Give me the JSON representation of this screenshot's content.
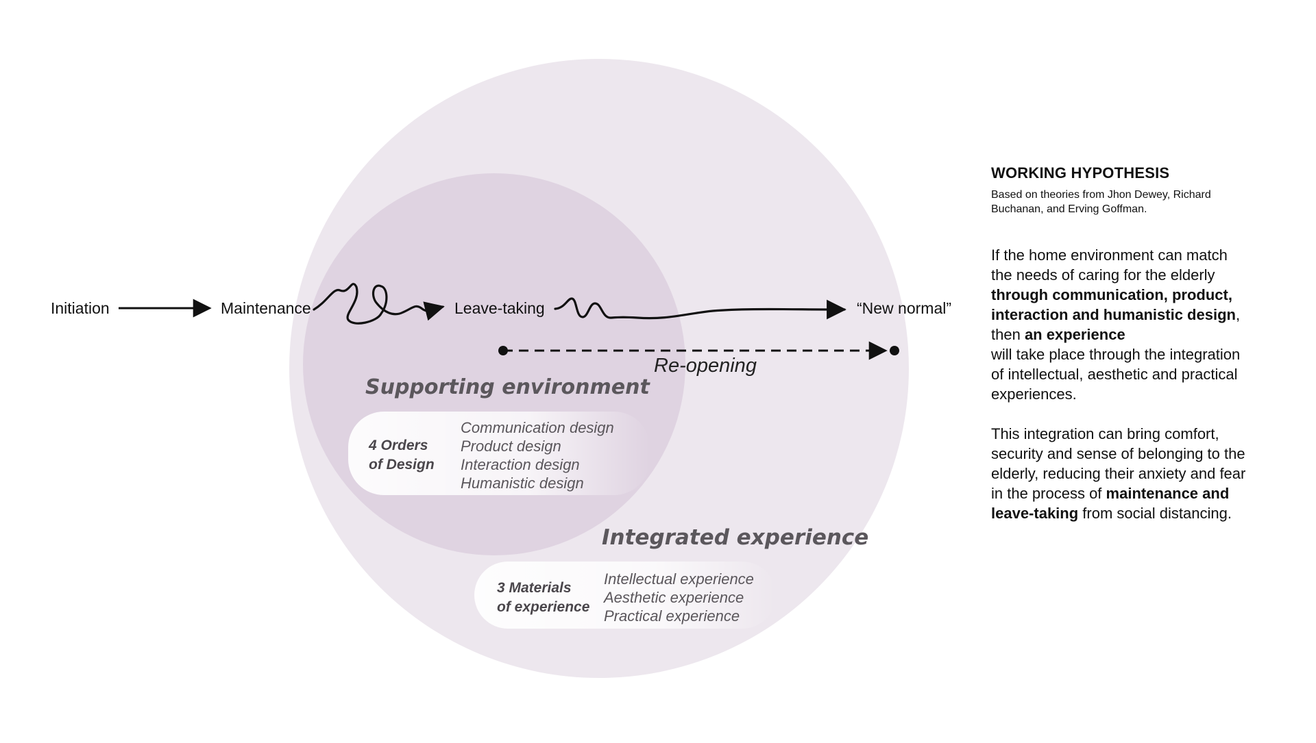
{
  "flow": {
    "stages": [
      "Initiation",
      "Maintenance",
      "Leave-taking",
      "“New normal”"
    ],
    "reopening": "Re-opening"
  },
  "supporting": {
    "title": "Supporting environment",
    "heading": [
      "4 Orders",
      "of Design"
    ],
    "items": [
      "Communication design",
      "Product design",
      "Interaction design",
      "Humanistic design"
    ]
  },
  "integrated": {
    "title": "Integrated experience",
    "heading": [
      "3 Materials",
      "of experience"
    ],
    "items": [
      "Intellectual experience",
      "Aesthetic experience",
      "Practical experience"
    ]
  },
  "hypothesis": {
    "title": "WORKING HYPOTHESIS",
    "subtitle_lines": [
      "Based on theories from Jhon Dewey, Richard",
      "Buchanan, and Erving Goffman."
    ],
    "p1": {
      "l1": "If the home environment can match",
      "l2": "the needs of caring for the elderly",
      "l3": "through communication, product,",
      "l4a": "interaction and humanistic design",
      "l4b": ",",
      "l5a": "then ",
      "l5b": "an experience",
      "l6": "will take place through the integration",
      "l7": "of intellectual, aesthetic and practical",
      "l8": "experiences."
    },
    "p2": {
      "l1": "This integration can bring comfort,",
      "l2": "security and sense of belonging to the",
      "l3": "elderly, reducing their anxiety and fear",
      "l4a": "in the process of ",
      "l4b": "maintenance and",
      "l5a": "leave-taking",
      "l5b": " from social distancing."
    }
  },
  "colors": {
    "outer_circle": "#ede7ee",
    "inner_circle": "#dfd3e1",
    "text": "#111111",
    "zone_title": "#5b575c"
  }
}
